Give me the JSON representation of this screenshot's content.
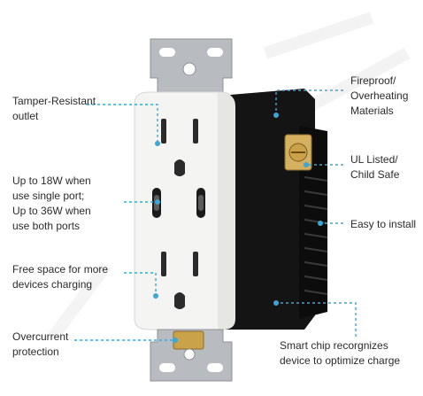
{
  "labels": {
    "tamper": "Tamper-Resistant\noutlet",
    "power": "Up to 18W when\nuse single port;\nUp to 36W when\nuse both ports",
    "space": "Free space for more\ndevices charging",
    "overcurrent": "Overcurrent\nprotection",
    "fireproof": "Fireproof/\nOverheating\nMaterials",
    "ul": "UL Listed/\nChild Safe",
    "install": "Easy to install",
    "chip": "Smart chip recorgnizes\ndevice to optimize charge"
  },
  "colors": {
    "accent": "#3aa7d6",
    "outlet_body": "#f4f4f2",
    "back_housing": "#141414",
    "mounting_strap": "#b8bcc0",
    "screw_brass": "#c9a24a"
  }
}
